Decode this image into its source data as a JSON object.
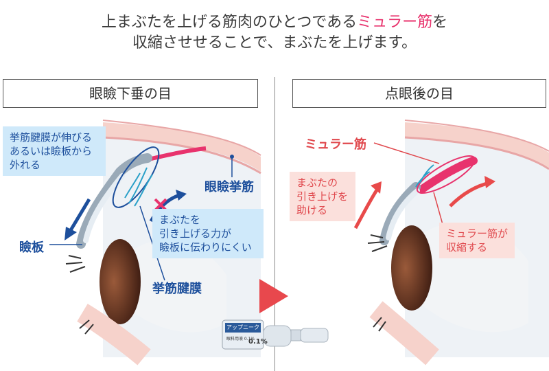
{
  "headline": {
    "line1_pre": "上まぶたを上げる筋肉のひとつである",
    "line1_accent": "ミュラー筋",
    "line1_post": "を",
    "line2": "収縮させせることで、まぶたを上げます。"
  },
  "left_panel": {
    "title": "眼瞼下垂の目",
    "callout_top": [
      "挙筋腱膜が伸びる",
      "あるいは瞼板から",
      "外れる"
    ],
    "callout_mid": [
      "まぶたを",
      "引き上げる力が",
      "瞼板に伝わりにくい"
    ],
    "label_muscle": "眼瞼挙筋",
    "label_tarsus": "瞼板",
    "label_aponeurosis": "挙筋腱膜"
  },
  "right_panel": {
    "title": "点眼後の目",
    "label_muller": "ミュラー筋",
    "callout_help": [
      "まぶたの",
      "引き上げを",
      "助ける"
    ],
    "callout_contract": [
      "ミュラー筋が",
      "収縮する"
    ]
  },
  "vial": {
    "brand": "アップニーク",
    "small_text": "眼科用液 0.1%",
    "dose": "0.1%"
  },
  "colors": {
    "accent_pink": "#e8336d",
    "navy": "#1d4f9c",
    "red": "#e0484d",
    "skin": "#f6d2cb",
    "iris": "#5a2e1f"
  }
}
